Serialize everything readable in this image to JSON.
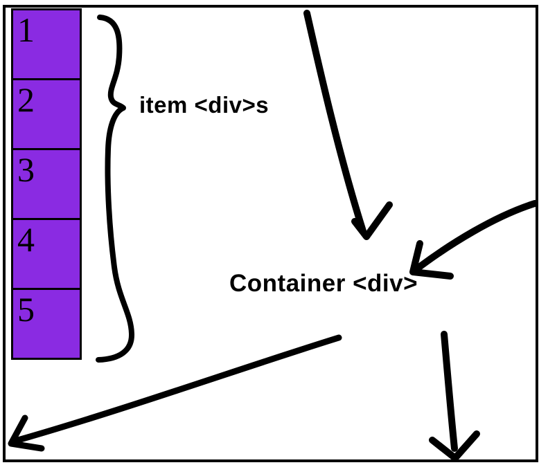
{
  "colors": {
    "item_fill": "#8a2be2",
    "ink": "#000000",
    "background": "#ffffff"
  },
  "items": {
    "cells": [
      "1",
      "2",
      "3",
      "4",
      "5"
    ]
  },
  "annotations": {
    "items_label": "item <div>s",
    "container_label": "Container <div>"
  }
}
